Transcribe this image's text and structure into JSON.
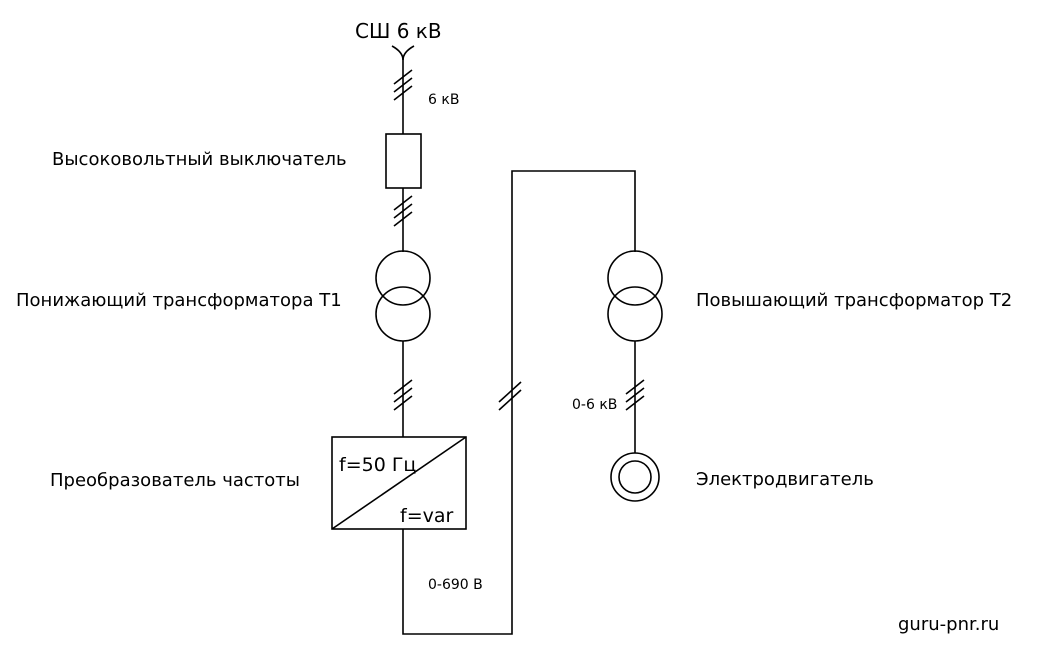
{
  "diagram": {
    "busbar_label": "СШ 6 кВ",
    "voltage_top": "6 кВ",
    "breaker_label": "Высоковольтный выключатель",
    "transformer_t1_label": "Понижающий трансформатора Т1",
    "transformer_t2_label": "Повышающий трансформатор Т2",
    "converter_label": "Преобразователь частоты",
    "converter_input": "f=50 Гц",
    "converter_output": "f=var",
    "voltage_output": "0-690 В",
    "voltage_motor": "0-6 кВ",
    "motor_label": "Электродвигатель",
    "watermark": "guru-pnr.ru"
  }
}
